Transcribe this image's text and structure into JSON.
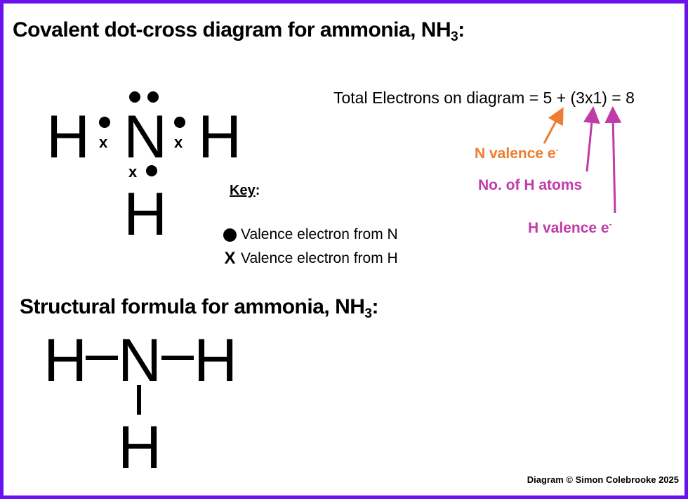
{
  "dot_cross": {
    "title": "Covalent dot-cross diagram for ammonia, NH",
    "title_sub": "3",
    "title_suffix": ":",
    "atoms": {
      "left": "H",
      "center": "N",
      "right": "H",
      "bottom": "H"
    },
    "cross_symbol": "x"
  },
  "equation": {
    "text": "Total Electrons on diagram = 5 + (3x1) = 8",
    "annotations": [
      {
        "label": "N valence e",
        "sup": "-",
        "color": "#ed7d31"
      },
      {
        "label": "No. of H atoms",
        "sup": "",
        "color": "#c03ba8"
      },
      {
        "label": "H valence e",
        "sup": "-",
        "color": "#c03ba8"
      }
    ]
  },
  "key": {
    "title": "Key",
    "colon": ":",
    "items": [
      {
        "symbol": "dot",
        "label": "Valence electron from N"
      },
      {
        "symbol": "X",
        "label": "Valence electron from H"
      }
    ]
  },
  "structural": {
    "title": "Structural formula for ammonia, NH",
    "title_sub": "3",
    "title_suffix": ":",
    "atoms": {
      "left": "H",
      "center": "N",
      "right": "H",
      "bottom": "H"
    }
  },
  "credit": "Diagram © Simon Colebrooke 2025",
  "colors": {
    "border": "#6a11f0",
    "orange": "#ed7d31",
    "magenta": "#c03ba8"
  }
}
